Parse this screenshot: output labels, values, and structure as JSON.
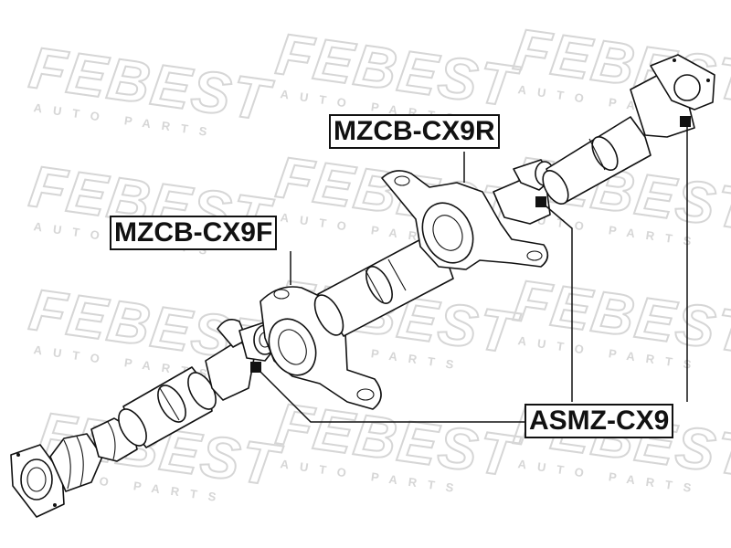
{
  "watermark": {
    "word": "FEBEST",
    "tagline": "AUTO PARTS"
  },
  "labels": {
    "rear_bearing": "MZCB-CX9R",
    "front_bearing": "MZCB-CX9F",
    "universal_joint": "ASMZ-CX9"
  },
  "colors": {
    "ink": "#111111",
    "watermark": "#d6d6d6",
    "background": "#ffffff"
  }
}
